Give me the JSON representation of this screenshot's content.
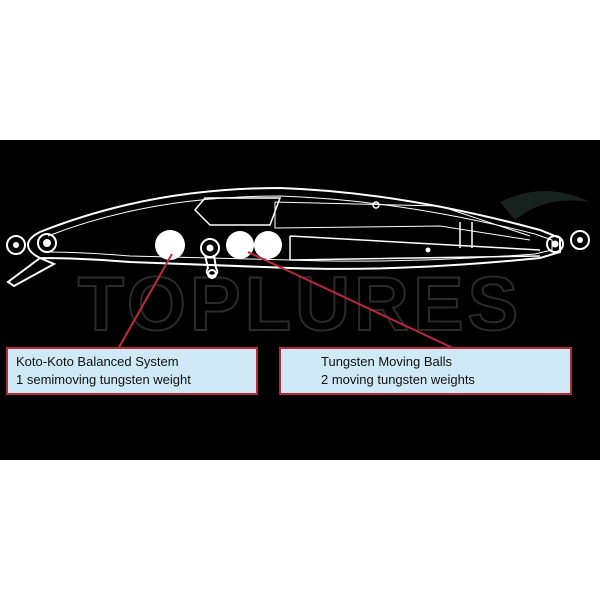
{
  "watermark": {
    "text": "TOPLURES"
  },
  "callouts": {
    "left": {
      "title": "Koto-Koto Balanced System",
      "subtitle": "1 semimoving tungsten weight"
    },
    "right": {
      "title": "Tungsten Moving Balls",
      "subtitle": "2 moving tungsten weights"
    }
  },
  "colors": {
    "background": "#000000",
    "outline": "#ffffff",
    "leader_line": "#c0283a",
    "callout_fill": "#cfe9f7",
    "callout_border": "#b42a3a"
  }
}
